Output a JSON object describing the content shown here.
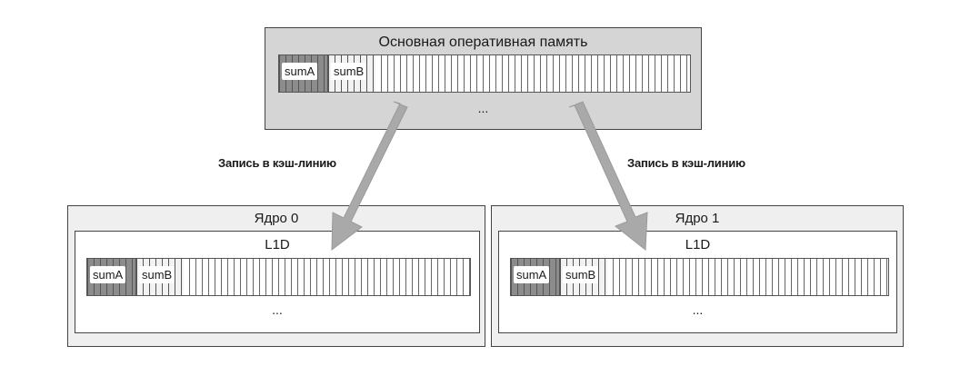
{
  "memory": {
    "title": "Основная оперативная память",
    "cells": [
      "sumA",
      "sumB"
    ],
    "ellipsis": "..."
  },
  "arrows": {
    "left_label": "Запись в кэш-линию",
    "right_label": "Запись в кэш-линию",
    "color": "#a9a9a9"
  },
  "cores": [
    {
      "title": "Ядро 0",
      "cache": {
        "title": "L1D",
        "cells": [
          "sumA",
          "sumB"
        ],
        "ellipsis": "..."
      }
    },
    {
      "title": "Ядро 1",
      "cache": {
        "title": "L1D",
        "cells": [
          "sumA",
          "sumB"
        ],
        "ellipsis": "..."
      }
    }
  ],
  "colors": {
    "memory_bg": "#d5d5d5",
    "core_bg": "#efefef",
    "cache_bg": "#ffffff",
    "cell_highlight": "#8c8c8c"
  }
}
